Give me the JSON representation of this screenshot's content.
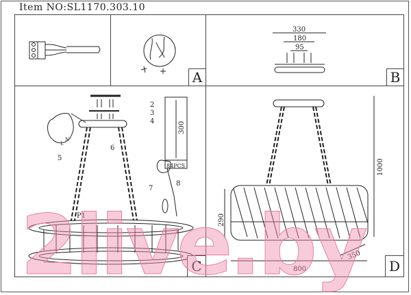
{
  "title": "Item NO:SL1170.303.10",
  "panels": {
    "a": {
      "label": "A"
    },
    "b": {
      "label": "B",
      "dims": [
        "330",
        "180",
        "95"
      ]
    },
    "c": {
      "label": "C",
      "parts": [
        "2",
        "3",
        "4",
        "5",
        "6",
        "7",
        "8",
        "P1"
      ],
      "terminal_letters": [
        "N",
        "L"
      ],
      "crystal_length": "300",
      "crystal_count": "84PCS"
    },
    "d": {
      "label": "D",
      "dims": {
        "height_total": "1000",
        "height_body": "290",
        "width": "800",
        "depth": "350"
      }
    }
  },
  "watermark": "2live.by"
}
